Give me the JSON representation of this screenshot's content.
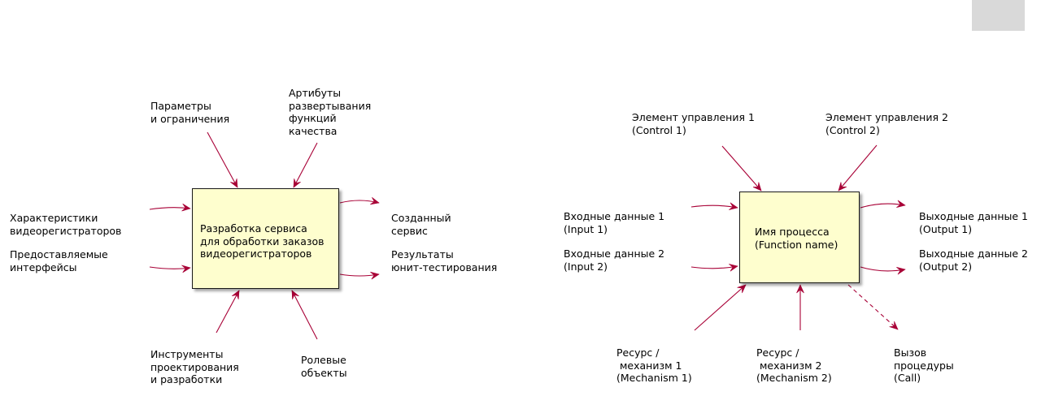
{
  "colors": {
    "arrow": "#a80036",
    "box_fill": "#fefece",
    "box_border": "#181818",
    "corner_button": "#d9d9d9"
  },
  "left_diagram": {
    "box_text": "Разработка сервиса\nдля обработки заказов\nвидеорегистраторов",
    "control_1": "Параметры\nи ограничения",
    "control_2": "Артибуты\nразвертывания\nфункций\nкачества",
    "input_1": "Характеристики\nвидеорегистраторов",
    "input_2": "Предоставляемые\nинтерфейсы",
    "output_1": "Созданный\nсервис",
    "output_2": "Результаты\nюнит-тестирования",
    "mechanism_1": "Инструменты\nпроектирования\nи разработки",
    "mechanism_2": "Ролевые\nобъекты"
  },
  "right_diagram": {
    "box_text": "Имя процесса\n(Function name)",
    "control_1": "Элемент управления 1\n(Control 1)",
    "control_2": "Элемент управления 2\n(Control 2)",
    "input_1": "Входные данные 1\n(Input 1)",
    "input_2": "Входные данные 2\n(Input 2)",
    "output_1": "Выходные данные 1\n(Output 1)",
    "output_2": "Выходные данные 2\n(Output 2)",
    "mechanism_1": "Ресурс /\n механизм 1\n(Mechanism 1)",
    "mechanism_2": "Ресурс /\n механизм 2\n(Mechanism 2)",
    "call": "Вызов\nпроцедуры\n(Call)"
  }
}
